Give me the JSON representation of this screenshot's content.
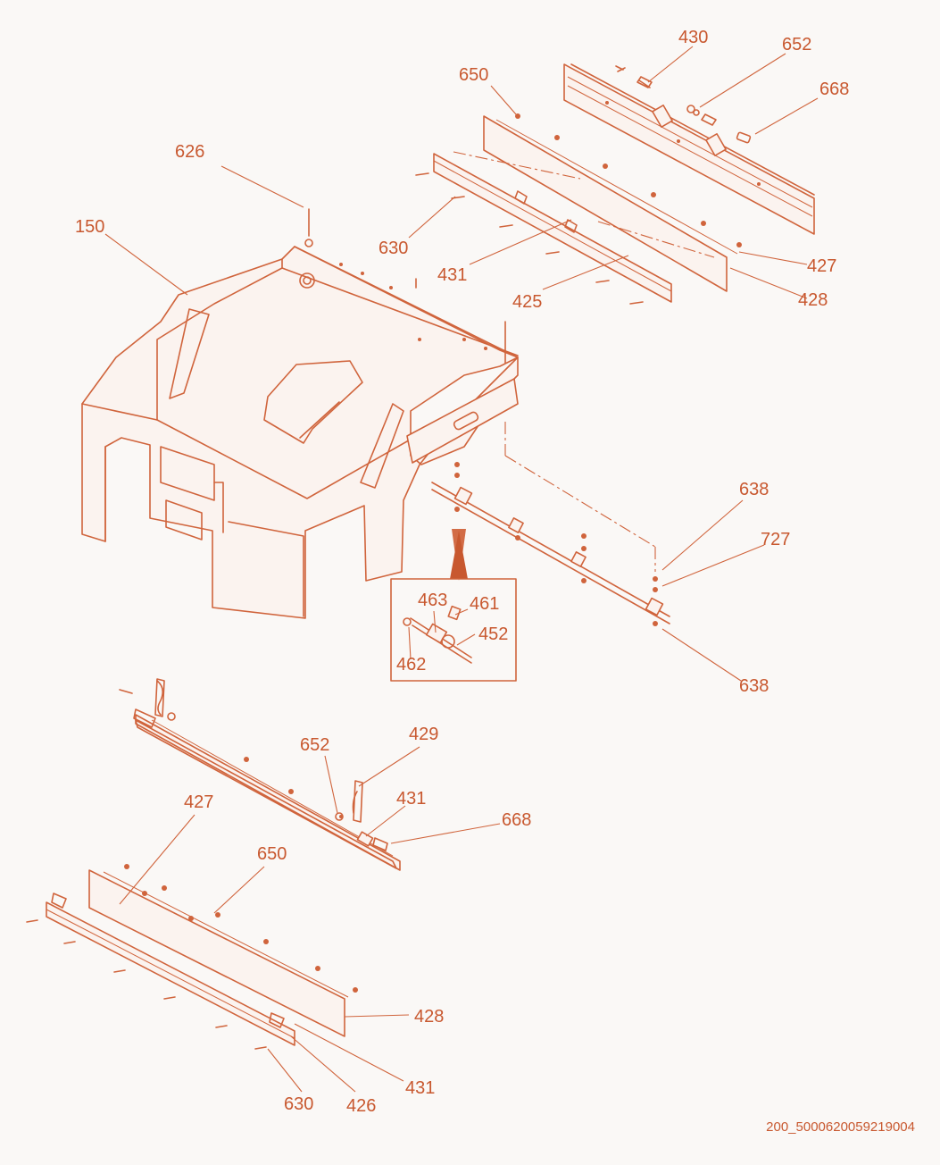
{
  "diagram": {
    "callouts": [
      {
        "id": "c430",
        "text": "430"
      },
      {
        "id": "c652a",
        "text": "652"
      },
      {
        "id": "c650a",
        "text": "650"
      },
      {
        "id": "c668a",
        "text": "668"
      },
      {
        "id": "c626",
        "text": "626"
      },
      {
        "id": "c150",
        "text": "150"
      },
      {
        "id": "c630a",
        "text": "630"
      },
      {
        "id": "c431a",
        "text": "431"
      },
      {
        "id": "c425",
        "text": "425"
      },
      {
        "id": "c427a",
        "text": "427"
      },
      {
        "id": "c428a",
        "text": "428"
      },
      {
        "id": "c638a",
        "text": "638"
      },
      {
        "id": "c727",
        "text": "727"
      },
      {
        "id": "c638b",
        "text": "638"
      },
      {
        "id": "c463",
        "text": "463"
      },
      {
        "id": "c461",
        "text": "461"
      },
      {
        "id": "c452",
        "text": "452"
      },
      {
        "id": "c462",
        "text": "462"
      },
      {
        "id": "c652b",
        "text": "652"
      },
      {
        "id": "c429",
        "text": "429"
      },
      {
        "id": "c431b",
        "text": "431"
      },
      {
        "id": "c668b",
        "text": "668"
      },
      {
        "id": "c427b",
        "text": "427"
      },
      {
        "id": "c650b",
        "text": "650"
      },
      {
        "id": "c428b",
        "text": "428"
      },
      {
        "id": "c431c",
        "text": "431"
      },
      {
        "id": "c630b",
        "text": "630"
      },
      {
        "id": "c426",
        "text": "426"
      }
    ],
    "doc_id": "200_5000620059219004",
    "colors": {
      "line": "#d0643c",
      "text": "#c8582f",
      "background": "#faf8f6"
    }
  }
}
